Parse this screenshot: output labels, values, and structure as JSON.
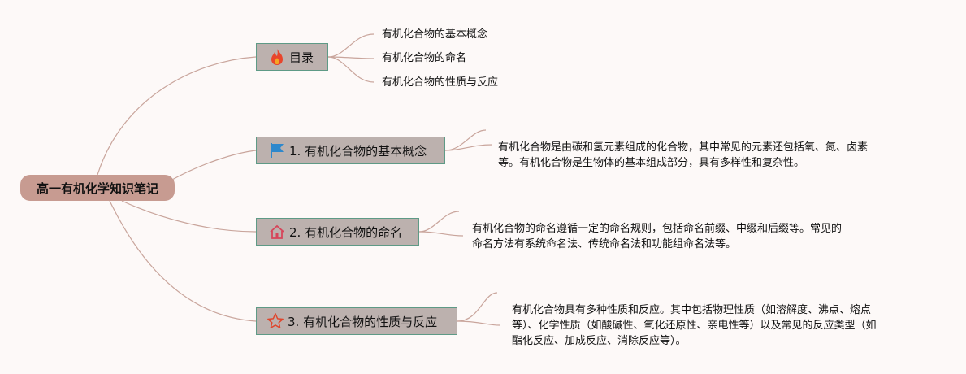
{
  "root": {
    "title": "高一有机化学知识笔记"
  },
  "branches": [
    {
      "label": "目录",
      "icon": "fire-icon",
      "icon_color": "#e8452c",
      "children": [
        "有机化合物的基本概念",
        "有机化合物的命名",
        "有机化合物的性质与反应"
      ]
    },
    {
      "label": "1. 有机化合物的基本概念",
      "icon": "flag-icon",
      "icon_color": "#2e88cc",
      "text_lines": [
        "有机化合物是由碳和氢元素组成的化合物，其中常见的元素还包括氧、氮、卤素",
        "等。有机化合物是生物体的基本组成部分，具有多样性和复杂性。"
      ]
    },
    {
      "label": "2. 有机化合物的命名",
      "icon": "house-icon",
      "icon_color": "#d6455a",
      "text_lines": [
        "有机化合物的命名遵循一定的命名规则，包括命名前缀、中缀和后缀等。常见的",
        "命名方法有系统命名法、传统命名法和功能组命名法等。"
      ]
    },
    {
      "label": "3. 有机化合物的性质与反应",
      "icon": "star-icon",
      "icon_color": "#e0452c",
      "text_lines": [
        "有机化合物具有多种性质和反应。其中包括物理性质（如溶解度、沸点、熔点",
        "等）、化学性质（如酸碱性、氧化还原性、亲电性等）以及常见的反应类型（如",
        "酯化反应、加成反应、消除反应等）。"
      ]
    }
  ],
  "colors": {
    "link": "#c9a59c",
    "root_bg": "#c79b91",
    "branch_bg": "#bcb1ae",
    "branch_border": "#5e9a86"
  }
}
